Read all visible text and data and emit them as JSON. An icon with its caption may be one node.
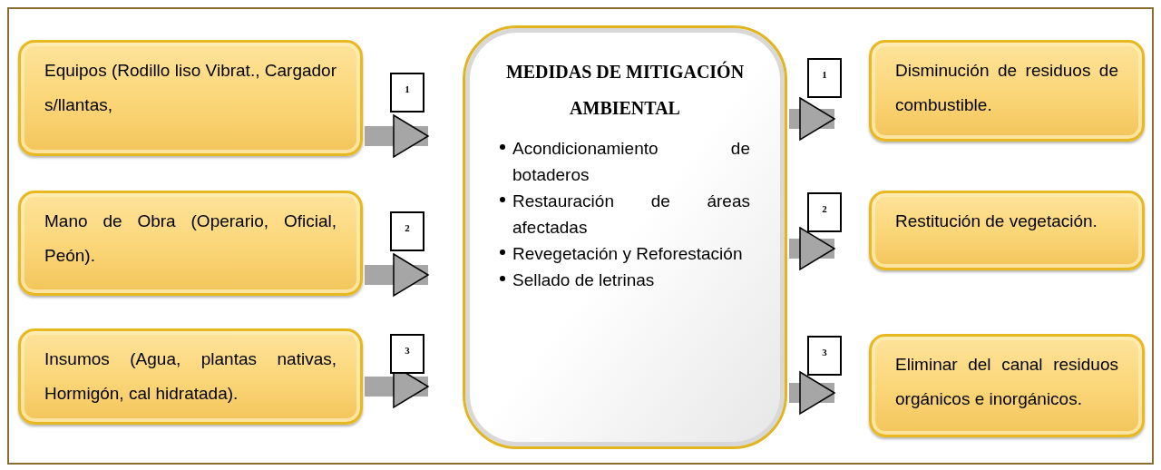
{
  "diagram": {
    "nodes": [
      {
        "text": [
          "Equipos (Rodillo liso Vibrat., Cargador s/llantas,"
        ]
      },
      {
        "text": [
          "Mano de Obra (Operario, Oficial, Peón)."
        ]
      },
      {
        "text": [
          "Insumos (Agua, plantas nativas, Hormigón, cal hidratada)."
        ]
      },
      {
        "text": [
          "MEDIDAS DE MITIGACIÓNAMBIENTAL",
          "Acondicionamiento de botaderos",
          "Restauración de áreas afectadas",
          "Revegetación y Reforestación",
          "Sellado de letrinas"
        ]
      },
      {
        "text": [
          "Disminución de residuos de combustible."
        ]
      },
      {
        "text": [
          "Restitución de vegetación."
        ]
      },
      {
        "text": [
          "Eliminar del canal residuos orgánicos e inorgánicos."
        ]
      }
    ],
    "edges": [
      {
        "from": 0,
        "to": 3,
        "arrow": "to",
        "label": "1"
      },
      {
        "from": 1,
        "to": 3,
        "arrow": "to",
        "label": "2"
      },
      {
        "from": 2,
        "to": 3,
        "arrow": "to",
        "label": "3"
      },
      {
        "from": 3,
        "to": 4,
        "arrow": "to",
        "label": "1"
      },
      {
        "from": 3,
        "to": 5,
        "arrow": "to",
        "label": "2"
      },
      {
        "from": 3,
        "to": 6,
        "arrow": "to",
        "label": "3"
      }
    ]
  }
}
